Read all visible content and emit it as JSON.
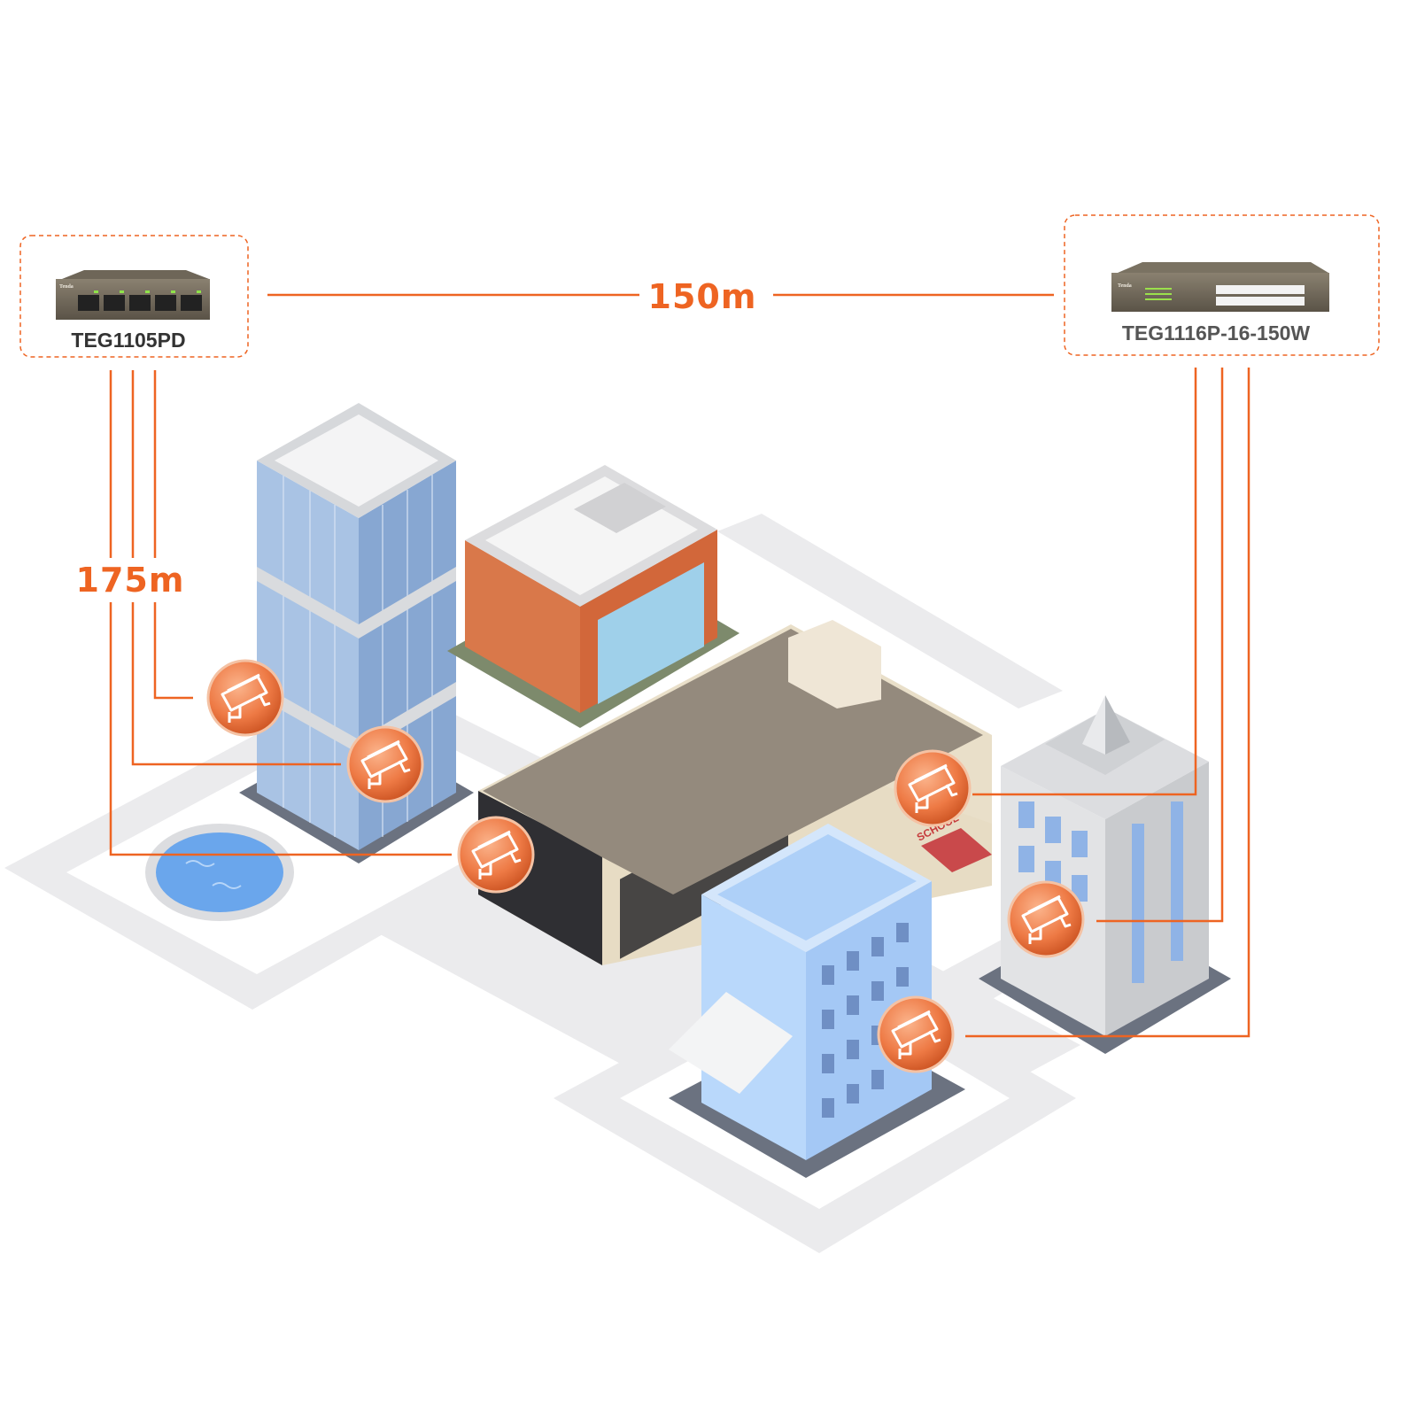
{
  "switches": {
    "left": {
      "model": "TEG1105PD",
      "brand": "Tenda"
    },
    "right": {
      "model": "TEG1116P-16-150W",
      "brand": "Tenda"
    }
  },
  "distances": {
    "between_switches": "150m",
    "left_to_cameras": "175m"
  },
  "school_sign": "SCHOOL",
  "cameras": [
    {
      "icon": "cctv-camera-icon",
      "connected_to": "TEG1105PD"
    },
    {
      "icon": "cctv-camera-icon",
      "connected_to": "TEG1105PD"
    },
    {
      "icon": "cctv-camera-icon",
      "connected_to": "TEG1105PD"
    },
    {
      "icon": "cctv-camera-icon",
      "connected_to": "TEG1116P-16-150W"
    },
    {
      "icon": "cctv-camera-icon",
      "connected_to": "TEG1116P-16-150W"
    },
    {
      "icon": "cctv-camera-icon",
      "connected_to": "TEG1116P-16-150W"
    }
  ],
  "colors": {
    "accent": "#ee6422",
    "ground": "#ebebed",
    "label": "#333333"
  }
}
